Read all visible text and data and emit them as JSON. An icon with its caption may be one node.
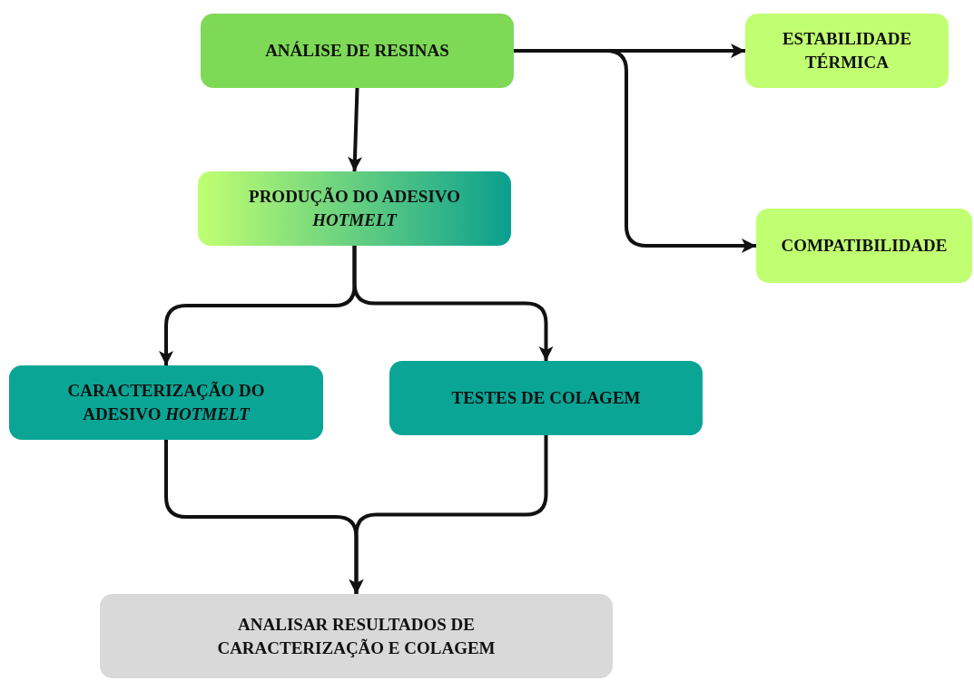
{
  "diagram": {
    "nodes": [
      {
        "text": [
          "ANÁLISE DE RESINAS"
        ]
      },
      {
        "text": [
          "ESTABILIDADE TÉRMICA"
        ]
      },
      {
        "text": [
          "COMPATIBILIDADE"
        ]
      },
      {
        "text": [
          "PRODUÇÃO DO ADESIVO *HOTMELT*"
        ]
      },
      {
        "text": [
          "CARACTERIZAÇÃO DO ADESIVO *HOTMELT*"
        ]
      },
      {
        "text": [
          "TESTES DE COLAGEM"
        ]
      },
      {
        "text": [
          "ANALISAR RESULTADOS DE CARACTERIZAÇÃO E COLAGEM"
        ]
      }
    ],
    "edges": [
      {
        "from": 0,
        "to": 1,
        "arrow": "to"
      },
      {
        "from": 0,
        "to": 2,
        "arrow": "to"
      },
      {
        "from": 0,
        "to": 3,
        "arrow": "to"
      },
      {
        "from": 3,
        "to": 4,
        "arrow": "to"
      },
      {
        "from": 3,
        "to": 5,
        "arrow": "to"
      },
      {
        "from": 4,
        "to": 6,
        "arrow": "to"
      },
      {
        "from": 5,
        "to": 6,
        "arrow": "to"
      }
    ]
  }
}
